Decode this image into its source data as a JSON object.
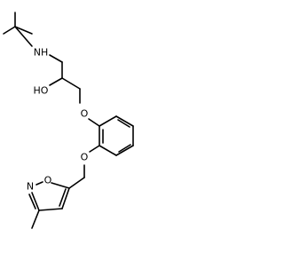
{
  "structure": {
    "atoms": {
      "nh": "NH",
      "oh": "HO",
      "ether_o_top": "O",
      "ether_o_bottom": "O",
      "ring_n": "N",
      "ring_o": "O"
    },
    "colors": {
      "bond": "#000000",
      "label": "#000000",
      "background": "#ffffff"
    }
  }
}
